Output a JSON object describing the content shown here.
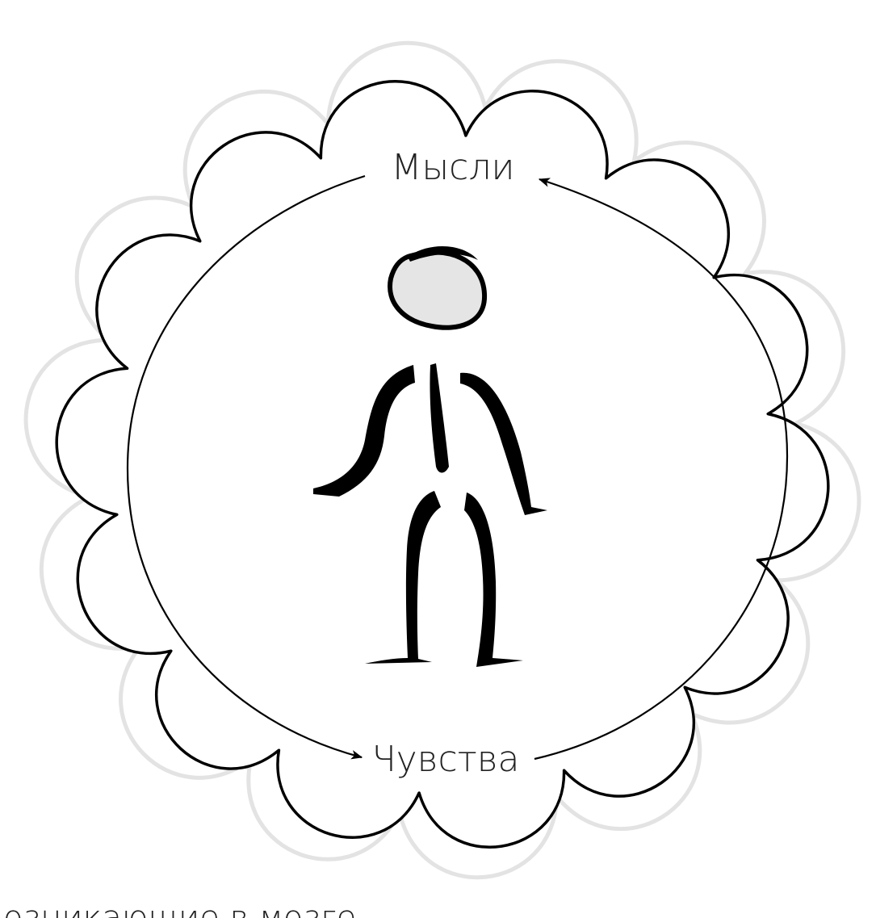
{
  "diagram": {
    "top_label": "Мысли",
    "bottom_label": "Чувства",
    "caption": "озникающие в мозге"
  },
  "colors": {
    "cloud_outline": "#000000",
    "cloud_shadow": "#e3e3e3",
    "head_fill": "#e5e5e5",
    "text": "#222222",
    "cycle_arrows": "#000000"
  },
  "icons": {
    "figure": "stick-figure-icon"
  }
}
